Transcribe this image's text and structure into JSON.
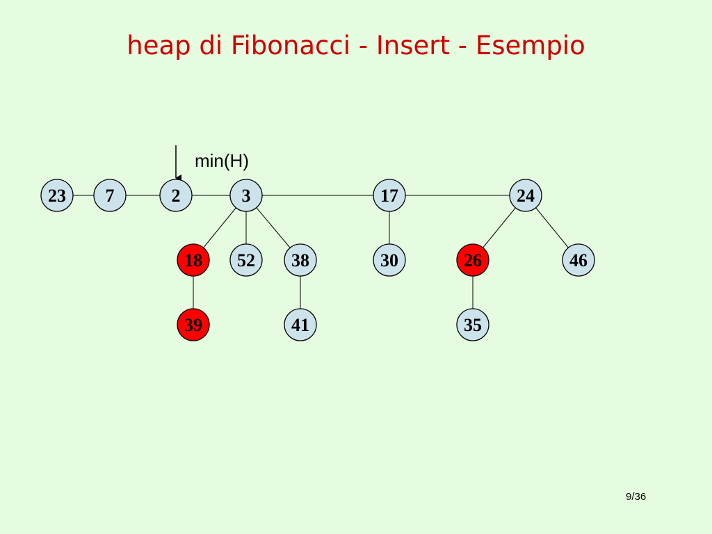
{
  "title": "heap di Fibonacci - Insert - Esempio",
  "min_pointer": {
    "label": "min(H)",
    "target": "2"
  },
  "colors": {
    "background": "#e6fce0",
    "title": "#cc0000",
    "node_fill": "#cde3ec",
    "marked_fill": "#ff0000",
    "stroke": "#000000"
  },
  "nodes": [
    {
      "id": "n23",
      "key": "23",
      "marked": false
    },
    {
      "id": "n7",
      "key": "7",
      "marked": false
    },
    {
      "id": "n2",
      "key": "2",
      "marked": false
    },
    {
      "id": "n3",
      "key": "3",
      "marked": false
    },
    {
      "id": "n17",
      "key": "17",
      "marked": false
    },
    {
      "id": "n24",
      "key": "24",
      "marked": false
    },
    {
      "id": "n18",
      "key": "18",
      "marked": true
    },
    {
      "id": "n52",
      "key": "52",
      "marked": false
    },
    {
      "id": "n38",
      "key": "38",
      "marked": false
    },
    {
      "id": "n30",
      "key": "30",
      "marked": false
    },
    {
      "id": "n26",
      "key": "26",
      "marked": true
    },
    {
      "id": "n46",
      "key": "46",
      "marked": false
    },
    {
      "id": "n39",
      "key": "39",
      "marked": true
    },
    {
      "id": "n41",
      "key": "41",
      "marked": false
    },
    {
      "id": "n35",
      "key": "35",
      "marked": false
    }
  ],
  "root_list": [
    "n23",
    "n7",
    "n2",
    "n3",
    "n17",
    "n24"
  ],
  "edges": [
    [
      "n3",
      "n18"
    ],
    [
      "n3",
      "n52"
    ],
    [
      "n3",
      "n38"
    ],
    [
      "n17",
      "n30"
    ],
    [
      "n24",
      "n26"
    ],
    [
      "n24",
      "n46"
    ],
    [
      "n18",
      "n39"
    ],
    [
      "n38",
      "n41"
    ],
    [
      "n26",
      "n35"
    ]
  ],
  "page_number": "9/36"
}
